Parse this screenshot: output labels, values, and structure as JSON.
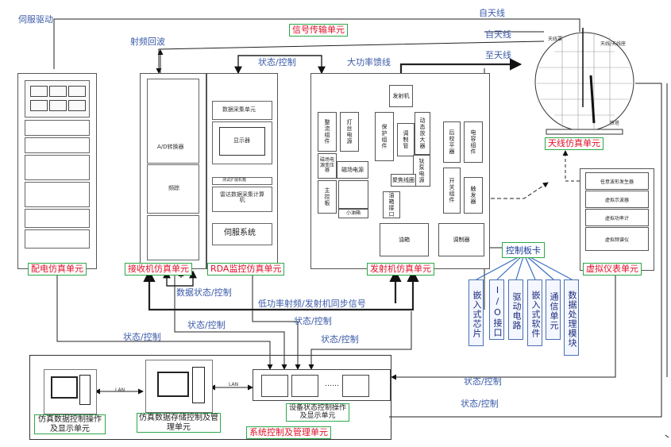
{
  "labels": {
    "servo_drive": "伺服驱动",
    "rf_return": "射频回波",
    "signal_transmission": "信号传输单元",
    "status_control_top": "状态/控制",
    "high_power_feed": "大功率馈线",
    "from_antenna_1": "自天线",
    "from_antenna_2": "自天线",
    "to_antenna": "至天线",
    "data_status_control": "数据状态/控制",
    "low_power_rf": "低功率射频/发射机同步信号",
    "status_control_a": "状态/控制",
    "status_control_b": "状态/控制",
    "status_control_c": "状态/控制",
    "status_control_d": "状态/控制",
    "status_control_e": "状态/控制",
    "status_control_f": "状态/控制",
    "lan_1": "LAN",
    "lan_2": "LAN",
    "dots": "……"
  },
  "units": {
    "power_sim": "配电仿真单元",
    "receiver_sim": "接收机仿真单元",
    "rda_sim": "RDA监控仿真单元",
    "transmitter_sim": "发射机仿真单元",
    "antenna_sim": "天线仿真单元",
    "virtual_instr": "虚拟仪表单元",
    "sys_mgmt": "系统控制及管理单元"
  },
  "receiver_modules": {
    "ad": "A/D转换器",
    "freq": "频踪"
  },
  "rda_modules": {
    "data_acq": "数据采集单元",
    "display": "显示器",
    "radar_computer": "雷达数据采集计算机",
    "servo": "伺服系统",
    "ext": "测试扩展机箱"
  },
  "tx_modules": {
    "transmitter": "发射机",
    "rectifier": "整流组件",
    "filament": "灯丝电源",
    "protect": "保护组件",
    "modulator": "调制管",
    "dynamic_amp": "动态放大器",
    "magnet_supply": "磁场电源变压器",
    "magnetic": "磁场电源",
    "titanium": "钛泵电源",
    "klystron": "聚焦线圈",
    "main_ctrl": "主控板",
    "oil_box": "油箱",
    "switch_unit": "开关组件",
    "post_stage": "后校平器",
    "capacitor": "电容组件",
    "trigger": "触发器",
    "modulator_unit": "调制器",
    "oil_port": "油箱接口",
    "small_box": "小油箱"
  },
  "antenna": {
    "radome": "天线罩",
    "feed": "天线/天线座",
    "tower": "铁塔"
  },
  "instruments": [
    "任意波形发生器",
    "虚拟示波器",
    "虚拟功率计",
    "虚拟频谱仪"
  ],
  "control_card": "控制板卡",
  "chips": [
    "嵌入式芯片",
    "I/O接口",
    "驱动电路",
    "嵌入式软件",
    "通信单元",
    "数据处理模块"
  ],
  "sys_units": {
    "display_unit": "仿真数据控制操作及显示单元",
    "storage_unit": "仿真数据存储控制及管理单元",
    "device_unit": "设备状态控制操作及显示单元"
  },
  "colors": {
    "unit_red": "#e0102a",
    "frame_green": "#2ca84a",
    "text_blue": "#3a5aa8"
  }
}
